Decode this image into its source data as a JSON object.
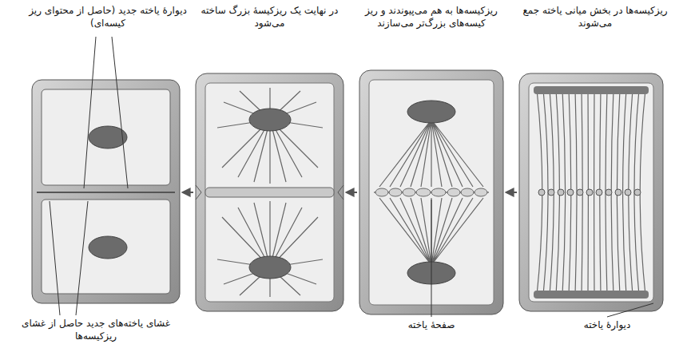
{
  "diagram": {
    "labels": [
      "ریزکیسه‌ها در بخش میانی یاخته جمع می‌شوند",
      "ریزکیسه‌ها به هم می‌پیوندند و ریز کیسه‌های بزرگ‌تر می‌سازند",
      "در نهایت یک ریزکیسهٔ بزرگ ساخته می‌شود",
      "دیوارهٔ یاخته جدید (حاصل از محتوای ریز کیسه‌ای)",
      "دیوارهٔ یاخته",
      "صفحهٔ یاخته",
      "غشای یاخته‌های جدید حاصل از غشای ریزکیسه‌ها"
    ]
  }
}
